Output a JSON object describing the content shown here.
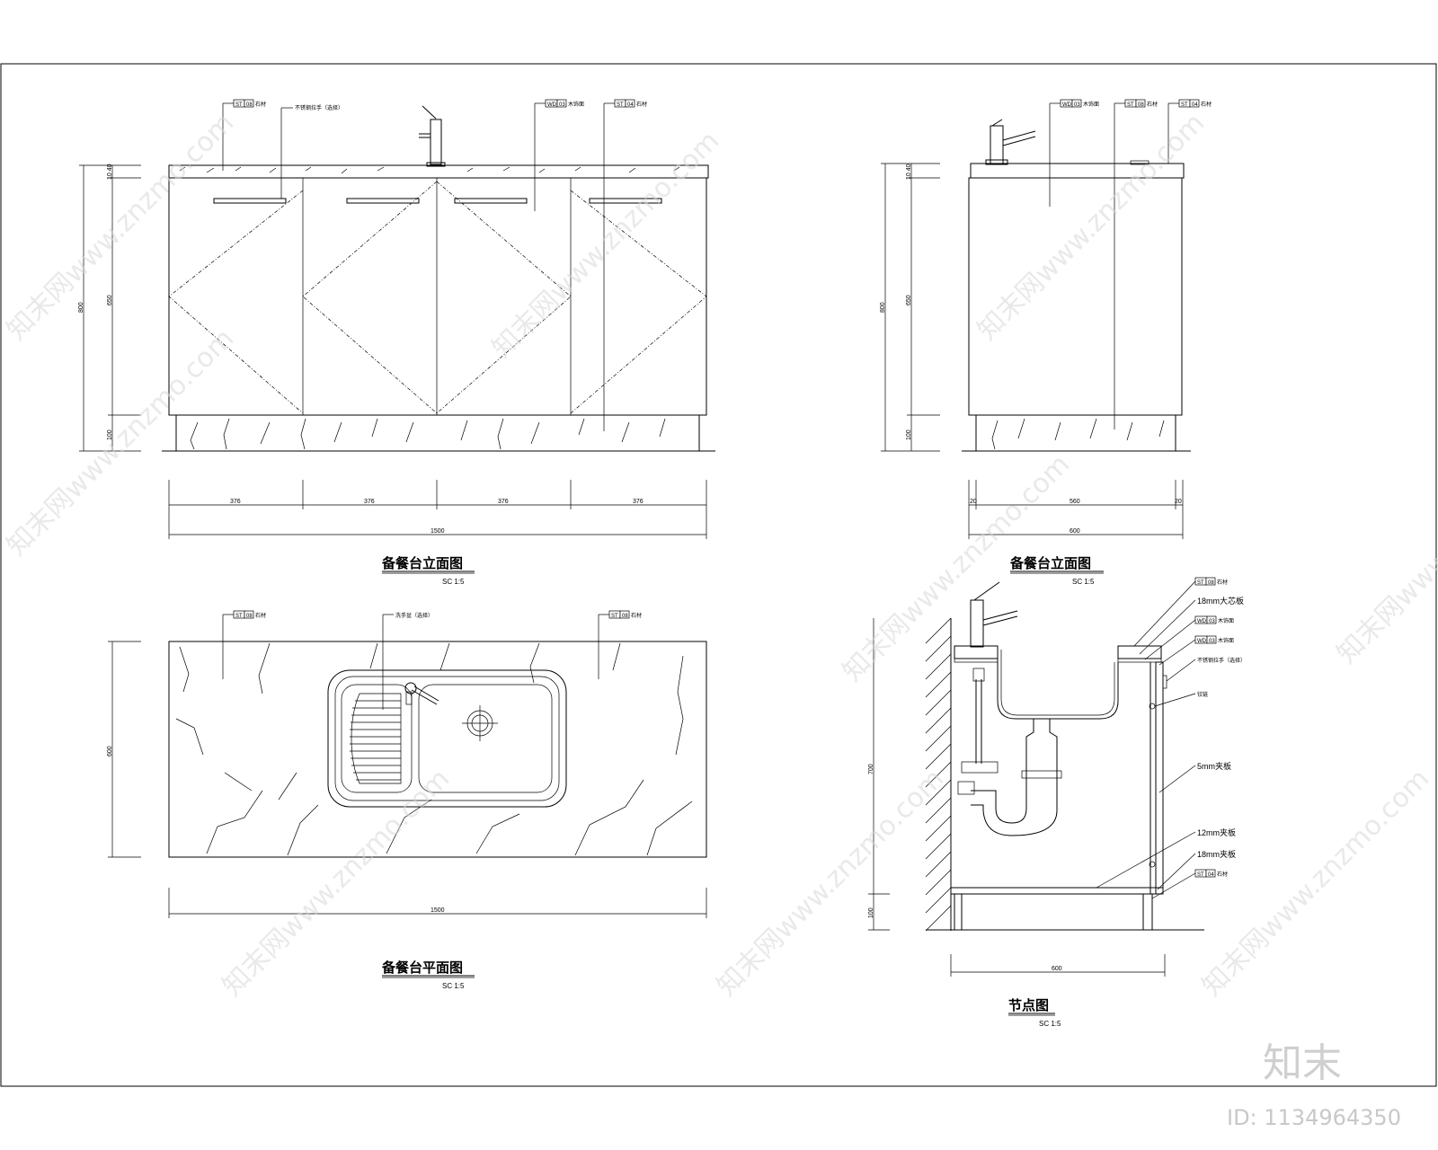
{
  "views": {
    "front_elevation": {
      "title": "备餐台立面图",
      "scale": "SC  1:5",
      "dims_vertical": [
        "10 40",
        "650",
        "100",
        "800"
      ],
      "dims_horizontal_parts": [
        "376",
        "376",
        "376",
        "376"
      ],
      "dim_total": "1500",
      "callouts": {
        "stone_left": {
          "code": "ST",
          "num": "08",
          "text": "石材"
        },
        "handle": {
          "text": "不锈钢拉手（选择）"
        },
        "wood_veneer": {
          "code": "WD",
          "num": "03",
          "text": "木饰面"
        },
        "stone_right": {
          "code": "ST",
          "num": "04",
          "text": "石材"
        }
      }
    },
    "side_elevation": {
      "title": "备餐台立面图",
      "scale": "SC  1:5",
      "dims_vertical": [
        "10 40",
        "650",
        "100",
        "800"
      ],
      "dims_horizontal_parts": [
        "20",
        "560",
        "20"
      ],
      "dim_total": "600",
      "callouts": {
        "wood_veneer": {
          "code": "WD",
          "num": "03",
          "text": "木饰面"
        },
        "stone_top": {
          "code": "ST",
          "num": "08",
          "text": "石材"
        },
        "stone_base": {
          "code": "ST",
          "num": "04",
          "text": "石材"
        }
      }
    },
    "plan": {
      "title": "备餐台平面图",
      "scale": "SC  1:5",
      "dim_depth": "600",
      "dim_total": "1500",
      "callouts": {
        "stone_left": {
          "code": "ST",
          "num": "08",
          "text": "石材"
        },
        "sink": {
          "text": "洗手盆（选择）"
        },
        "stone_right": {
          "code": "ST",
          "num": "08",
          "text": "石材"
        }
      }
    },
    "section": {
      "title": "节点图",
      "scale": "SC  1:5",
      "dim_height": "700",
      "dim_base": "100",
      "dim_width": "600",
      "labels": {
        "stone_top": {
          "code": "ST",
          "num": "08",
          "text": "石材"
        },
        "board_18_top": "18mm大芯板",
        "wood_veneer": {
          "code": "WD",
          "num": "03",
          "text": "木饰面"
        },
        "wood_veneer_2": {
          "code": "WD",
          "num": "03",
          "text": "木饰面"
        },
        "handle": "不锈钢拉手（选择）",
        "hinge": "铰链",
        "board_5": "5mm夹板",
        "board_12": "12mm夹板",
        "board_18_bottom": "18mm夹板",
        "stone_base": {
          "code": "ST",
          "num": "04",
          "text": "石材"
        }
      }
    }
  },
  "watermark": {
    "text": "知末网www.znzmo.com",
    "logo": "知末",
    "id_label": "ID: 1134964350"
  }
}
